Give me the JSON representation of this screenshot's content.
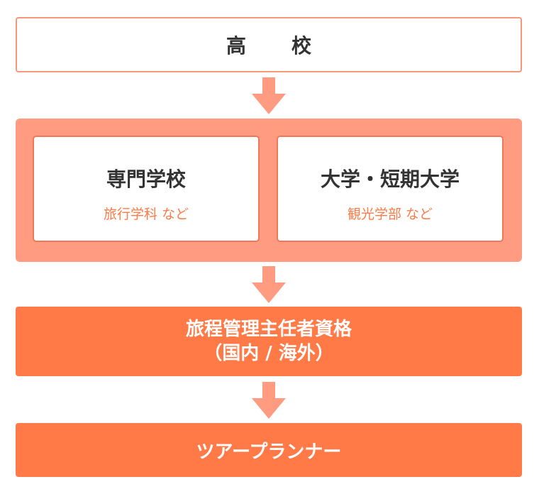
{
  "colors": {
    "border": "#f7977a",
    "group_fill": "#ff9b80",
    "accent": "#ff7a47",
    "arrow": "#ff9b80",
    "text_dark": "#333333",
    "text_light": "#ffffff"
  },
  "flow": {
    "start": {
      "label": "高　校"
    },
    "education": {
      "vocational": {
        "title": "専門学校",
        "subtitle": "旅行学科 など"
      },
      "university": {
        "title": "大学・短期大学",
        "subtitle": "観光学部 など"
      }
    },
    "certification": {
      "line1": "旅程管理主任者資格",
      "line2": "（国内 / 海外）"
    },
    "goal": {
      "label": "ツアープランナー"
    }
  },
  "arrows": [
    {
      "from": "start",
      "to": "education",
      "icon": "arrow-down-icon"
    },
    {
      "from": "education",
      "to": "certification",
      "icon": "arrow-down-icon"
    },
    {
      "from": "certification",
      "to": "goal",
      "icon": "arrow-down-icon"
    }
  ]
}
